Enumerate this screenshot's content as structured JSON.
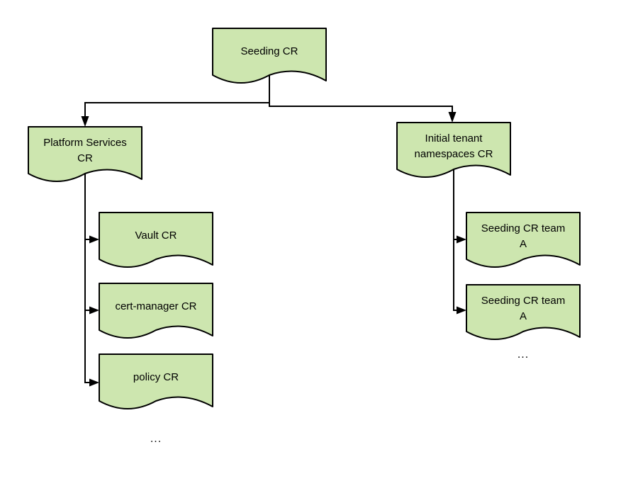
{
  "diagram": {
    "background_color": "#ffffff",
    "node_fill_color": "#cde6af",
    "node_stroke_color": "#000000",
    "edge_color": "#000000",
    "nodes": {
      "seeding": {
        "lines": [
          "Seeding CR"
        ]
      },
      "platform_services": {
        "lines": [
          "Platform Services",
          "CR"
        ]
      },
      "initial_tenant": {
        "lines": [
          "Initial tenant",
          "namespaces CR"
        ]
      },
      "vault": {
        "lines": [
          "Vault CR"
        ]
      },
      "cert_manager": {
        "lines": [
          "cert-manager CR"
        ]
      },
      "policy": {
        "lines": [
          "policy CR"
        ]
      },
      "seeding_team_a_1": {
        "lines": [
          "Seeding CR team",
          "A"
        ]
      },
      "seeding_team_a_2": {
        "lines": [
          "Seeding CR team",
          "A"
        ]
      }
    },
    "ellipsis_left": "...",
    "ellipsis_right": "..."
  }
}
